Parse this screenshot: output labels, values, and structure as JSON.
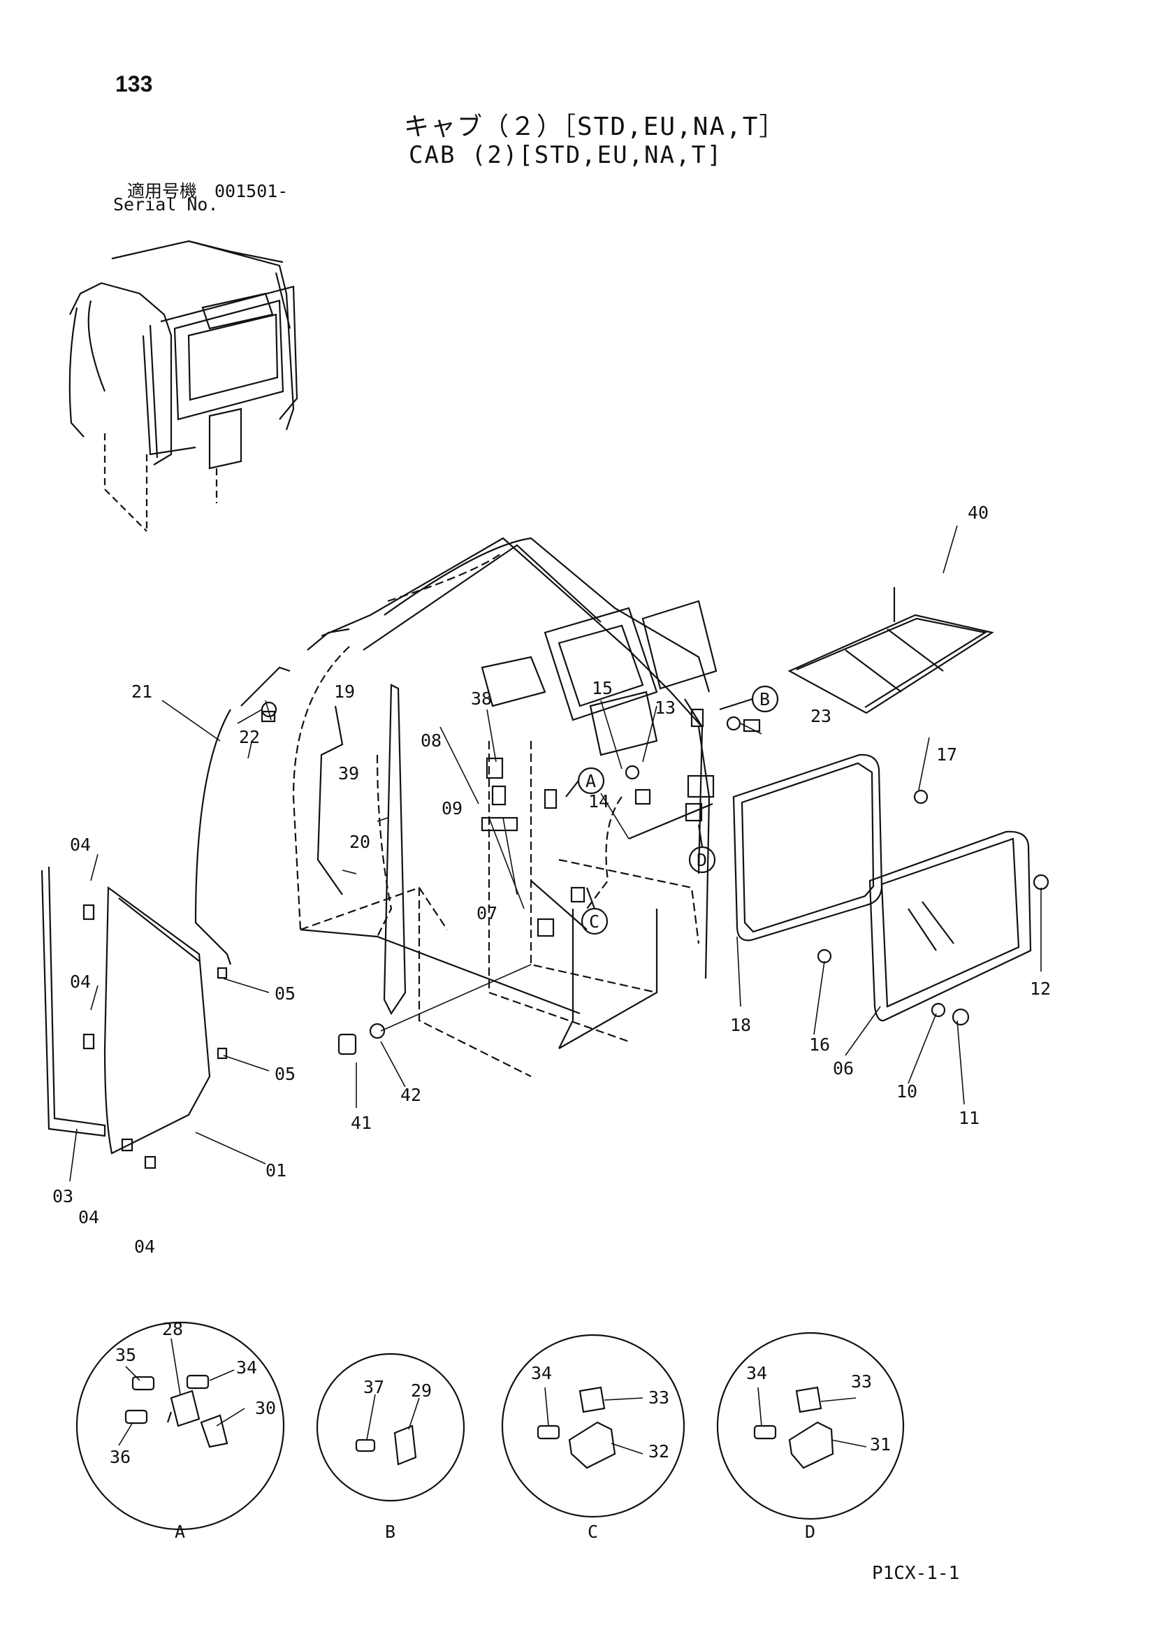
{
  "page_number": "133",
  "title_jp": "キャブ（２）［STD,EU,NA,T］",
  "title_en": "CAB (2)[STD,EU,NA,T]",
  "serial_jp": "適用号機　001501-",
  "serial_en": "Serial No.",
  "drawing_code": "P1CX-1-1",
  "part_labels": [
    "40",
    "21",
    "19",
    "38",
    "15",
    "13",
    "23",
    "22",
    "08",
    "39",
    "17",
    "04",
    "20",
    "09",
    "14",
    "07",
    "04",
    "05",
    "12",
    "18",
    "16",
    "05",
    "06",
    "10",
    "11",
    "41",
    "42",
    "03",
    "01",
    "04",
    "04",
    "35",
    "28",
    "34",
    "30",
    "36",
    "37",
    "29",
    "34",
    "33",
    "32",
    "34",
    "33",
    "31"
  ],
  "callouts": [
    "A",
    "B",
    "C",
    "D"
  ],
  "detail_labels": [
    "A",
    "B",
    "C",
    "D"
  ]
}
